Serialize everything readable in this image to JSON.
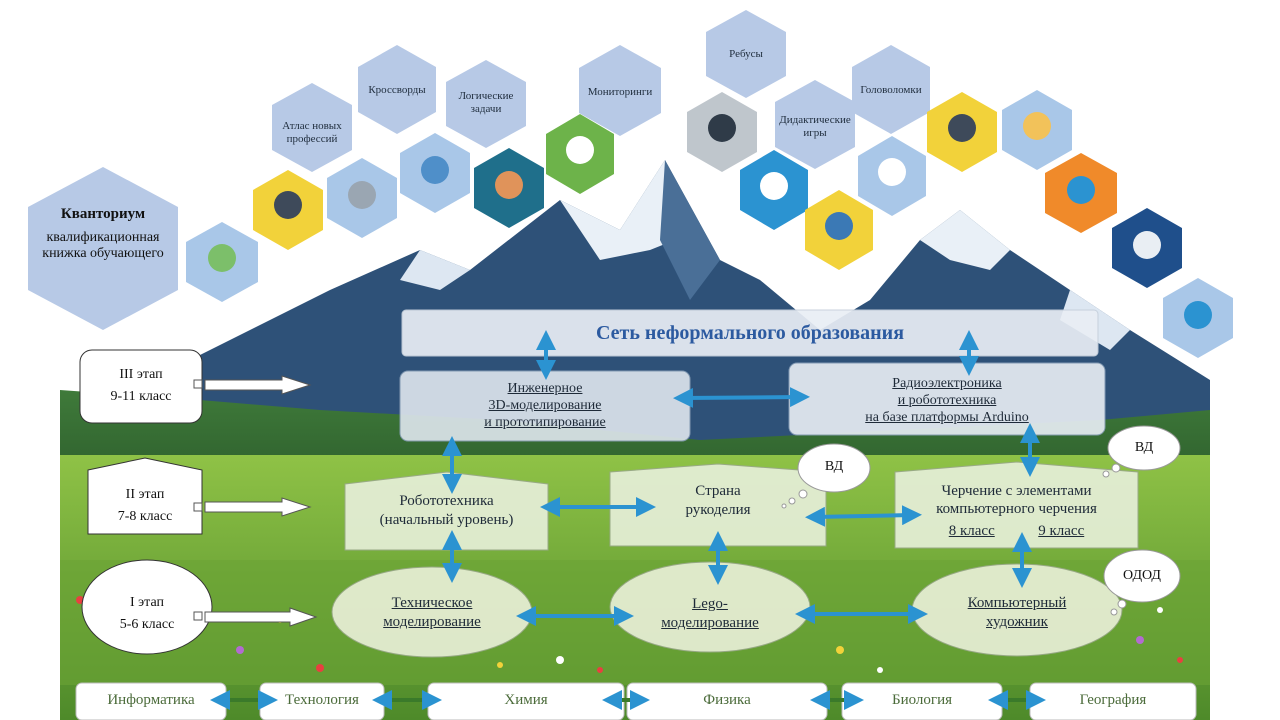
{
  "kvantorium": {
    "title": "Кванториум",
    "subtitle": "квалификационная книжка обучающего"
  },
  "hex_items": {
    "atlas": "Атлас новых профессий",
    "crosswords": "Кроссворды",
    "logic": "Логические задачи",
    "monitoring": "Мониторинги",
    "rebus": "Ребусы",
    "didactic": "Дидактические игры",
    "puzzles": "Головоломки"
  },
  "network": {
    "title": "Сеть неформального образования"
  },
  "stages": {
    "s3": {
      "line1": "III этап",
      "line2": "9-11 класс"
    },
    "s2": {
      "line1": "II этап",
      "line2": "7-8 класс"
    },
    "s1": {
      "line1": "I этап",
      "line2": "5-6 класс"
    }
  },
  "boxes": {
    "engineering": {
      "line1": "Инженерное",
      "line2": "3D-моделирование",
      "line3": "и прототипирование"
    },
    "radio": {
      "line1": "Радиоэлектроника",
      "line2": "и робототехника",
      "line3": "на базе платформы Arduino"
    },
    "robotics": {
      "line1": "Робототехника",
      "line2": "(начальный уровень)"
    },
    "crafts": {
      "line1": "Страна",
      "line2": "рукоделия"
    },
    "drafting": {
      "line1": "Черчение с элементами",
      "line2": "компьютерного черчения",
      "grade8": "8 класс",
      "grade9": "9 класс"
    },
    "tech_model": {
      "line1": "Техническое",
      "line2": "моделирование"
    },
    "lego": {
      "line1": "Lego-",
      "line2": "моделирование"
    },
    "artist": {
      "line1": "Компьютерный",
      "line2": "художник"
    }
  },
  "bubbles": {
    "vd1": "ВД",
    "vd2": "ВД",
    "odod": "ОДОД"
  },
  "subjects": [
    "Информатика",
    "Технология",
    "Химия",
    "Физика",
    "Биология",
    "География"
  ],
  "colors": {
    "hex_blue": "#b7c9e6",
    "box_fill": "#e6efd8",
    "arrow": "#2b93d1",
    "mountain": "#2e5178",
    "grass": "#6fa83a"
  }
}
